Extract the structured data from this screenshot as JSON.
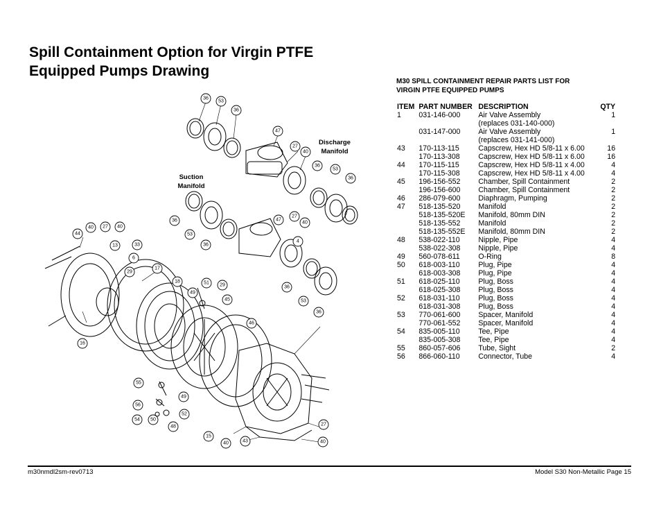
{
  "page_title": {
    "line1": "Spill Containment Option for Virgin PTFE",
    "line2": "Equipped Pumps Drawing"
  },
  "parts_list": {
    "heading_line1": "M30 SPILL CONTAINMENT REPAIR PARTS LIST FOR",
    "heading_line2": "VIRGIN PTFE EQUIPPED PUMPS",
    "columns": [
      "ITEM",
      "PART NUMBER",
      "DESCRIPTION",
      "QTY"
    ],
    "rows": [
      [
        "1",
        "031-146-000",
        "Air Valve Assembly",
        "1"
      ],
      [
        "",
        "",
        "(replaces 031-140-000)",
        ""
      ],
      [
        "",
        "031-147-000",
        "Air Valve Assembly",
        "1"
      ],
      [
        "",
        "",
        "(replaces 031-141-000)",
        ""
      ],
      [
        "43",
        "170-113-115",
        "Capscrew, Hex HD 5/8-11 x 6.00",
        "16"
      ],
      [
        "",
        "170-113-308",
        "Capscrew, Hex HD 5/8-11 x 6.00",
        "16"
      ],
      [
        "44",
        "170-115-115",
        "Capscrew, Hex HD 5/8-11 x 4.00",
        "4"
      ],
      [
        "",
        "170-115-308",
        "Capscrew, Hex HD 5/8-11 x 4.00",
        "4"
      ],
      [
        "45",
        "196-156-552",
        "Chamber, Spill Containment",
        "2"
      ],
      [
        "",
        "196-156-600",
        "Chamber, Spill Containment",
        "2"
      ],
      [
        "46",
        "286-079-600",
        "Diaphragm, Pumping",
        "2"
      ],
      [
        "47",
        "518-135-520",
        "Manifold",
        "2"
      ],
      [
        "",
        "518-135-520E",
        "Manifold, 80mm DIN",
        "2"
      ],
      [
        "",
        "518-135-552",
        "Manifold",
        "2"
      ],
      [
        "",
        "518-135-552E",
        "Manifold, 80mm DIN",
        "2"
      ],
      [
        "48",
        "538-022-110",
        "Nipple, Pipe",
        "4"
      ],
      [
        "",
        "538-022-308",
        "Nipple, Pipe",
        "4"
      ],
      [
        "49",
        "560-078-611",
        "O-Ring",
        "8"
      ],
      [
        "50",
        "618-003-110",
        "Plug, Pipe",
        "4"
      ],
      [
        "",
        "618-003-308",
        "Plug, Pipe",
        "4"
      ],
      [
        "51",
        "618-025-110",
        "Plug, Boss",
        "4"
      ],
      [
        "",
        "618-025-308",
        "Plug, Boss",
        "4"
      ],
      [
        "52",
        "618-031-110",
        "Plug, Boss",
        "4"
      ],
      [
        "",
        "618-031-308",
        "Plug, Boss",
        "4"
      ],
      [
        "53",
        "770-061-600",
        "Spacer, Manifold",
        "4"
      ],
      [
        "",
        "770-061-552",
        "Spacer, Manifold",
        "4"
      ],
      [
        "54",
        "835-005-110",
        "Tee, Pipe",
        "4"
      ],
      [
        "",
        "835-005-308",
        "Tee, Pipe",
        "4"
      ],
      [
        "55",
        "860-057-606",
        "Tube, Sight",
        "2"
      ],
      [
        "56",
        "866-060-110",
        "Connector, Tube",
        "4"
      ]
    ]
  },
  "drawing": {
    "discharge_label_line1": "Discharge",
    "discharge_label_line2": "Manifold",
    "suction_label_line1": "Suction",
    "suction_label_line2": "Manifold",
    "callouts": [
      "36",
      "53",
      "36",
      "47",
      "27",
      "40",
      "36",
      "53",
      "36",
      "36",
      "53",
      "36",
      "47",
      "27",
      "40",
      "4",
      "36",
      "53",
      "36",
      "44",
      "40",
      "27",
      "40",
      "13",
      "33",
      "6",
      "29",
      "17",
      "18",
      "49",
      "51",
      "29",
      "45",
      "16",
      "46",
      "55",
      "49",
      "56",
      "54",
      "50",
      "48",
      "52",
      "15",
      "40",
      "43",
      "27",
      "40"
    ]
  },
  "footer": {
    "left": "m30nmdl2sm-rev0713",
    "right": "Model S30 Non-Metallic Page 15"
  }
}
